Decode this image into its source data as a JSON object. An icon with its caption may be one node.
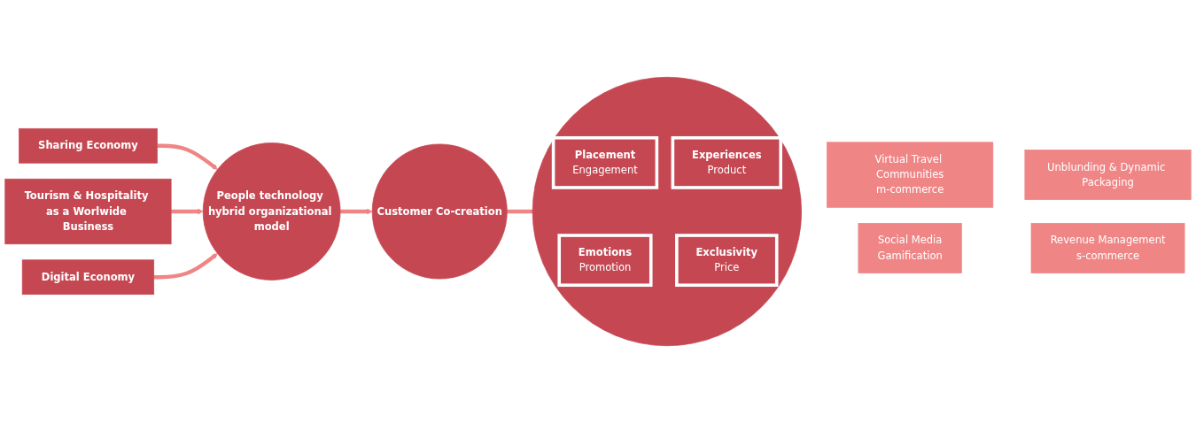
{
  "diagram": {
    "nodes": [
      {
        "text": [
          "Sharing Economy"
        ]
      },
      {
        "text": [
          "Tourism & Hospitality as a Worlwide Business"
        ]
      },
      {
        "text": [
          "Digital Economy"
        ]
      },
      {
        "text": [
          "People technology hybrid organizational model"
        ]
      },
      {
        "text": [
          "Customer Co-creation"
        ]
      },
      {
        "text": [],
        "shape": "circle"
      },
      {
        "text": [
          "Placement",
          "Engagement"
        ],
        "in": 5
      },
      {
        "text": [
          "Experiences",
          "Product"
        ],
        "in": 5
      },
      {
        "text": [
          "Emotions",
          "Promotion"
        ],
        "in": 5
      },
      {
        "text": [
          "Exclusivity",
          "Price"
        ],
        "in": 5
      },
      {
        "text": [
          "Virtual Travel Communities",
          "m-commerce"
        ]
      },
      {
        "text": [
          "Unblunding & Dynamic Packaging"
        ]
      },
      {
        "text": [
          "Social Media",
          "Gamification"
        ]
      },
      {
        "text": [
          "Revenue Management",
          "s-commerce"
        ]
      }
    ],
    "edges": [
      {
        "from": 0,
        "to": 3,
        "arrow": "to"
      },
      {
        "from": 1,
        "to": 3,
        "arrow": "to"
      },
      {
        "from": 2,
        "to": 3,
        "arrow": "to"
      },
      {
        "from": 3,
        "to": 4,
        "arrow": "to"
      },
      {
        "from": 4,
        "to": 5,
        "arrow": "to"
      }
    ]
  }
}
